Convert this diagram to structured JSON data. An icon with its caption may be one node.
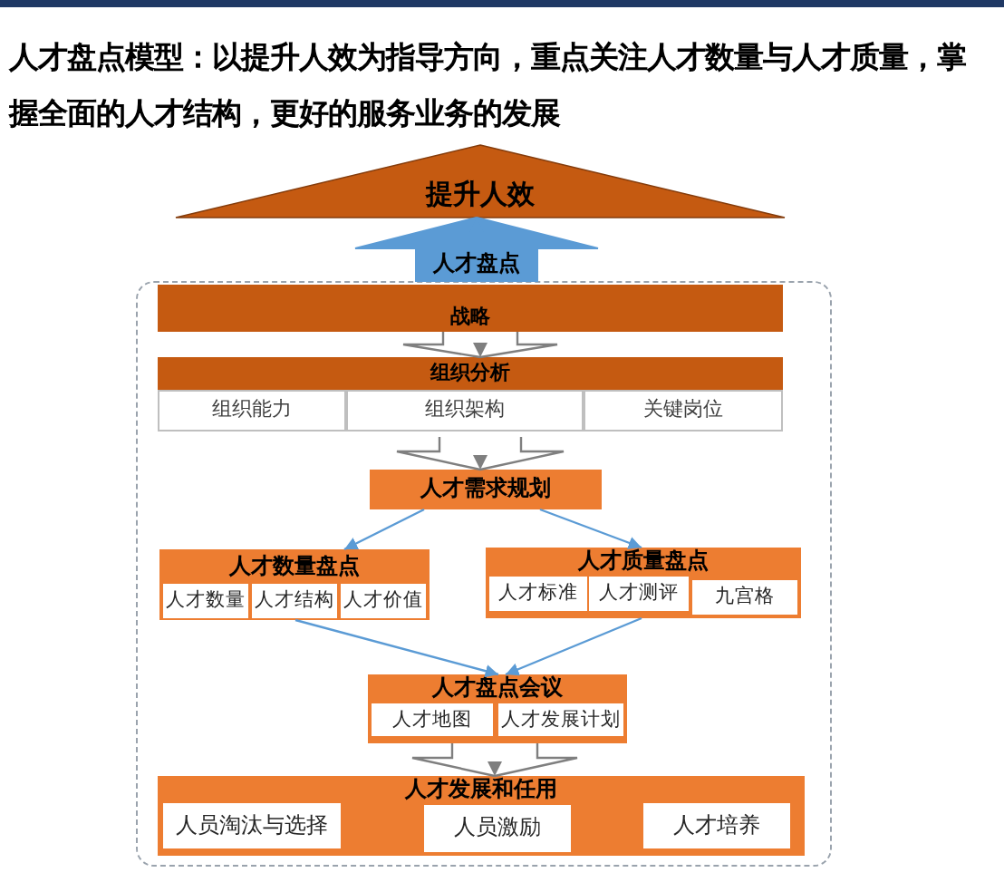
{
  "diagram": {
    "title": "人才盘点模型：以提升人效为指导方向，重点关注人才数量与人才质量，掌握全面的人才结构，更好的服务业务的发展",
    "nodes": [
      {
        "text": [
          "提升人效"
        ]
      },
      {
        "text": [],
        "shape": "box"
      },
      {
        "text": [
          "战略"
        ],
        "in": 1
      },
      {
        "text": [
          "组织分析"
        ],
        "in": 1
      },
      {
        "text": [
          "组织能力"
        ],
        "in": 3
      },
      {
        "text": [
          "组织架构"
        ],
        "in": 3
      },
      {
        "text": [
          "关键岗位"
        ],
        "in": 3
      },
      {
        "text": [
          "人才需求规划"
        ],
        "in": 1
      },
      {
        "text": [
          "人才数量盘点"
        ],
        "in": 1
      },
      {
        "text": [
          "人才数量"
        ],
        "in": 8
      },
      {
        "text": [
          "人才结构"
        ],
        "in": 8
      },
      {
        "text": [
          "人才价值"
        ],
        "in": 8
      },
      {
        "text": [
          "人才质量盘点"
        ],
        "in": 1
      },
      {
        "text": [
          "人才标准"
        ],
        "in": 12
      },
      {
        "text": [
          "人才测评"
        ],
        "in": 12
      },
      {
        "text": [
          "九宫格"
        ],
        "in": 12
      },
      {
        "text": [
          "人才盘点会议"
        ],
        "in": 1
      },
      {
        "text": [
          "人才地图"
        ],
        "in": 16
      },
      {
        "text": [
          "人才发展计划"
        ],
        "in": 16
      },
      {
        "text": [
          "人才发展和任用"
        ],
        "in": 1
      },
      {
        "text": [
          "人员淘汰与选择"
        ],
        "in": 19
      },
      {
        "text": [
          "人员激励"
        ],
        "in": 19
      },
      {
        "text": [
          "人才培养"
        ],
        "in": 19
      }
    ],
    "edges": [
      {
        "from": 1,
        "to": 0,
        "arrow": "to",
        "label": "人才盘点"
      },
      {
        "from": 2,
        "to": 3,
        "arrow": "to",
        "color": "#7f7f7f"
      },
      {
        "from": 3,
        "to": 7,
        "arrow": "to",
        "color": "#7f7f7f"
      },
      {
        "from": 7,
        "to": 8,
        "arrow": "to"
      },
      {
        "from": 7,
        "to": 12,
        "arrow": "to"
      },
      {
        "from": 8,
        "to": 16,
        "arrow": "to"
      },
      {
        "from": 12,
        "to": 16,
        "arrow": "to"
      },
      {
        "from": 16,
        "to": 19,
        "arrow": "to",
        "color": "#7f7f7f"
      }
    ]
  }
}
